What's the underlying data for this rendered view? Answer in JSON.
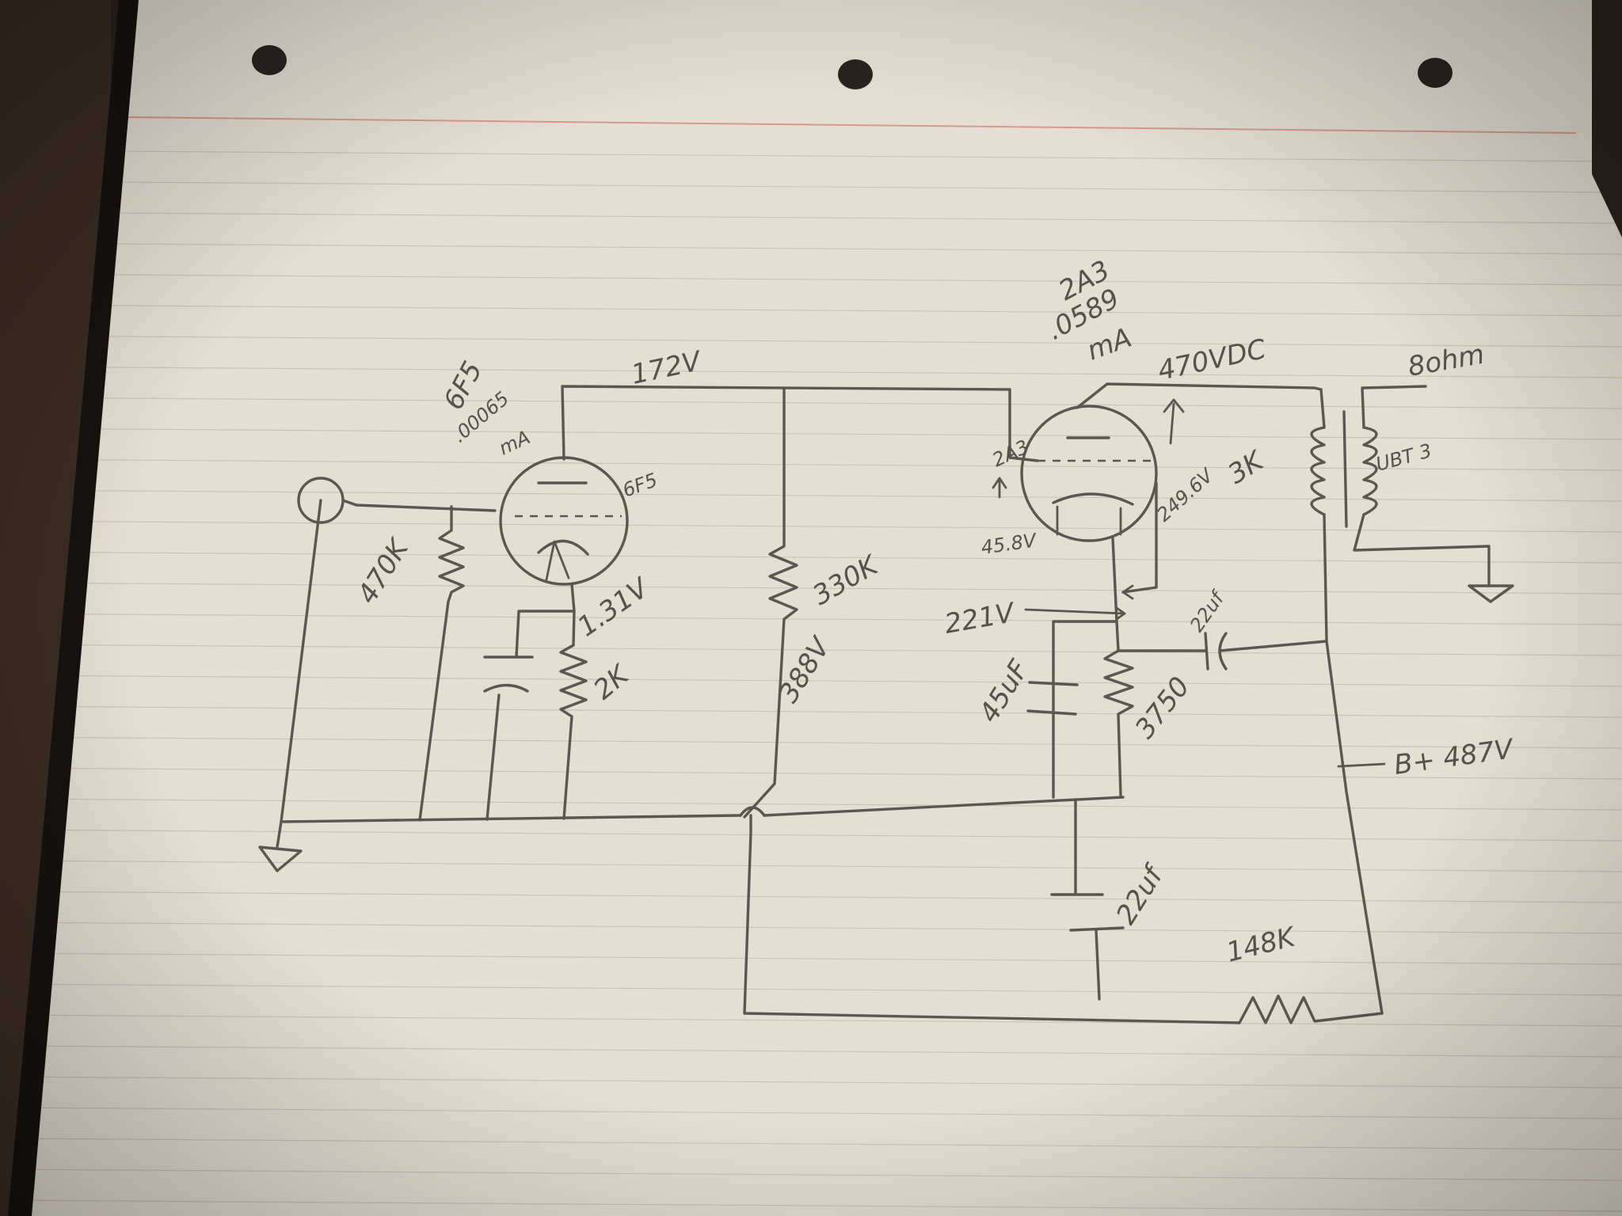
{
  "labels": {
    "tube1_title": "6F5",
    "tube1_current": ".00065",
    "tube1_unit": "mA",
    "tube1_tag": "6F5",
    "plate1_volts": "172V",
    "r_grid": "470K",
    "cathode1_volts": "1.31V",
    "r_cathode1": "2K",
    "r_plate1": "330K",
    "node_volts": "388V",
    "tube2_title": "2A3",
    "tube2_current": ".0589",
    "tube2_unit": "mA",
    "tube2_tag": "2A3",
    "plate2_volts": "470VDC",
    "grid2_volts": "45.8V",
    "filament_volts": "221V",
    "screen_volts": "249.6V",
    "primary_imp": "3K",
    "speaker_imp": "8ohm",
    "transformer": "UBT 3",
    "cap_coupling": "22uf",
    "cap_cathode2": "45uF",
    "r_cathode2": "3750",
    "bplus": "B+ 487V",
    "cap_filter": "22uf",
    "r_drop": "148K"
  },
  "colors": {
    "paper": "#e4dfd2",
    "ink": "#5b5750",
    "rule_line": "#c9c3b7",
    "margin_line": "#d89a88",
    "background": "#2a211c"
  }
}
